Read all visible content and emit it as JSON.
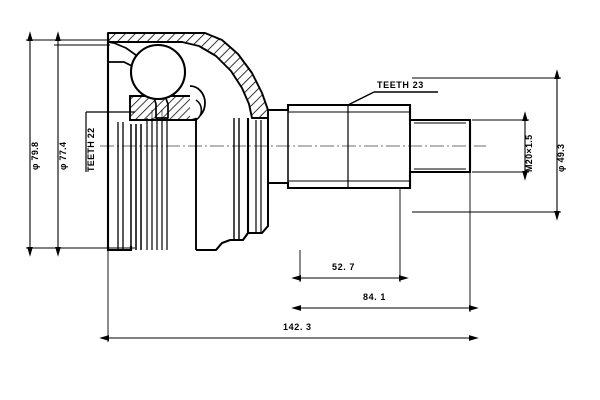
{
  "drawing": {
    "type": "cv-joint-outer-technical-drawing",
    "title": "",
    "line_color": "#000000",
    "background_color": "#ffffff",
    "hatch_color": "#000000"
  },
  "dimensions": {
    "left": [
      {
        "id": "outer-diameter",
        "label": "φ 79.8",
        "value": 79.8,
        "symbol": "φ",
        "orientation": "vertical"
      },
      {
        "id": "secondary-diameter",
        "label": "φ 77.4",
        "value": 77.4,
        "symbol": "φ",
        "orientation": "vertical"
      }
    ],
    "right": [
      {
        "id": "thread-spec",
        "label": "M20×1.5",
        "value": "M20x1.5",
        "orientation": "vertical"
      },
      {
        "id": "shaft-flange-diameter",
        "label": "φ 49.3",
        "value": 49.3,
        "symbol": "φ",
        "orientation": "vertical"
      }
    ],
    "bottom": [
      {
        "id": "length-52-7",
        "label": "52. 7",
        "value": 52.7,
        "orientation": "horizontal"
      },
      {
        "id": "length-84-1",
        "label": "84. 1",
        "value": 84.1,
        "orientation": "horizontal"
      },
      {
        "id": "length-142-3",
        "label": "142. 3",
        "value": 142.3,
        "orientation": "horizontal"
      }
    ]
  },
  "callouts": [
    {
      "id": "teeth-inner",
      "label": "TEETH 22",
      "value": 22,
      "orientation": "vertical"
    },
    {
      "id": "teeth-shaft",
      "label": "TEETH 23",
      "value": 23,
      "orientation": "horizontal"
    }
  ]
}
